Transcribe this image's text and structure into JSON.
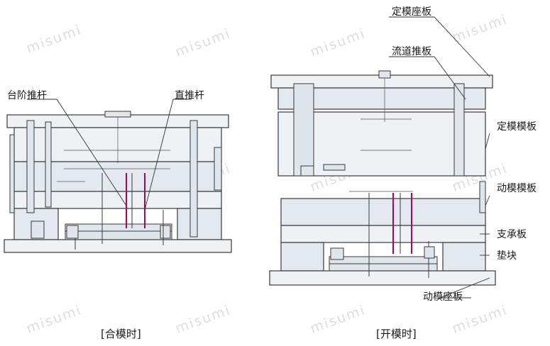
{
  "labels": {
    "fixed_clamp_plate": "定模座板",
    "runner_stripper_plate": "流道推板",
    "fixed_mold_plate": "定模模板",
    "moving_mold_plate": "动模模板",
    "support_plate": "支承板",
    "spacer_block": "垫块",
    "moving_clamp_plate": "动模座板",
    "stepped_ejector_pin": "台阶推杆",
    "straight_ejector_pin": "直推杆"
  },
  "captions": {
    "closed": "[合模时]",
    "open": "[开模时]"
  },
  "watermark": "misumi",
  "colors": {
    "pin": "#b5005a",
    "line": "#3a3a3a",
    "plate_fill": "#eef2f5"
  }
}
